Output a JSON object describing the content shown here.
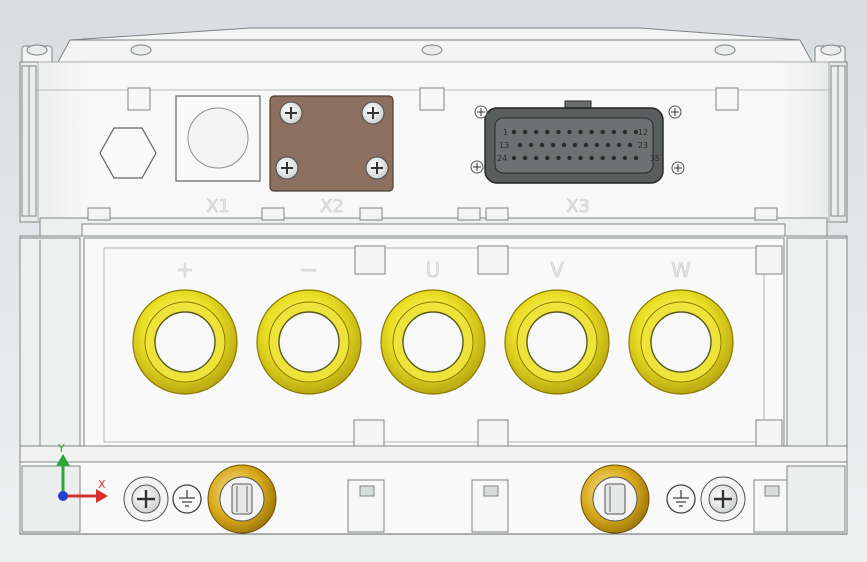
{
  "viewport": {
    "background_top": "#d8dcdf",
    "background_bottom": "#eef0f1",
    "body_color": "#f4f5f4",
    "edge_color": "#7f8585"
  },
  "labels": {
    "x1": "X1",
    "x2": "X2",
    "x3": "X3",
    "terminal_plus": "+",
    "terminal_minus": "−",
    "terminal_u": "U",
    "terminal_v": "V",
    "terminal_w": "W"
  },
  "connector_x3": {
    "pin_1": "1",
    "pin_12": "12",
    "pin_13": "13",
    "pin_23": "23",
    "pin_24": "24",
    "pin_35": "35"
  },
  "colors": {
    "cable_gland": "#e8e020",
    "cable_gland_dark": "#b8a810",
    "plate_x2": "#8b7060",
    "connector_body": "#5a5d5e",
    "ground_stud": "#d4a417"
  },
  "triad": {
    "y_label": "Y",
    "x_label": "X",
    "y_color": "#2ca83a",
    "x_color": "#d83030",
    "z_color": "#2040d0"
  }
}
